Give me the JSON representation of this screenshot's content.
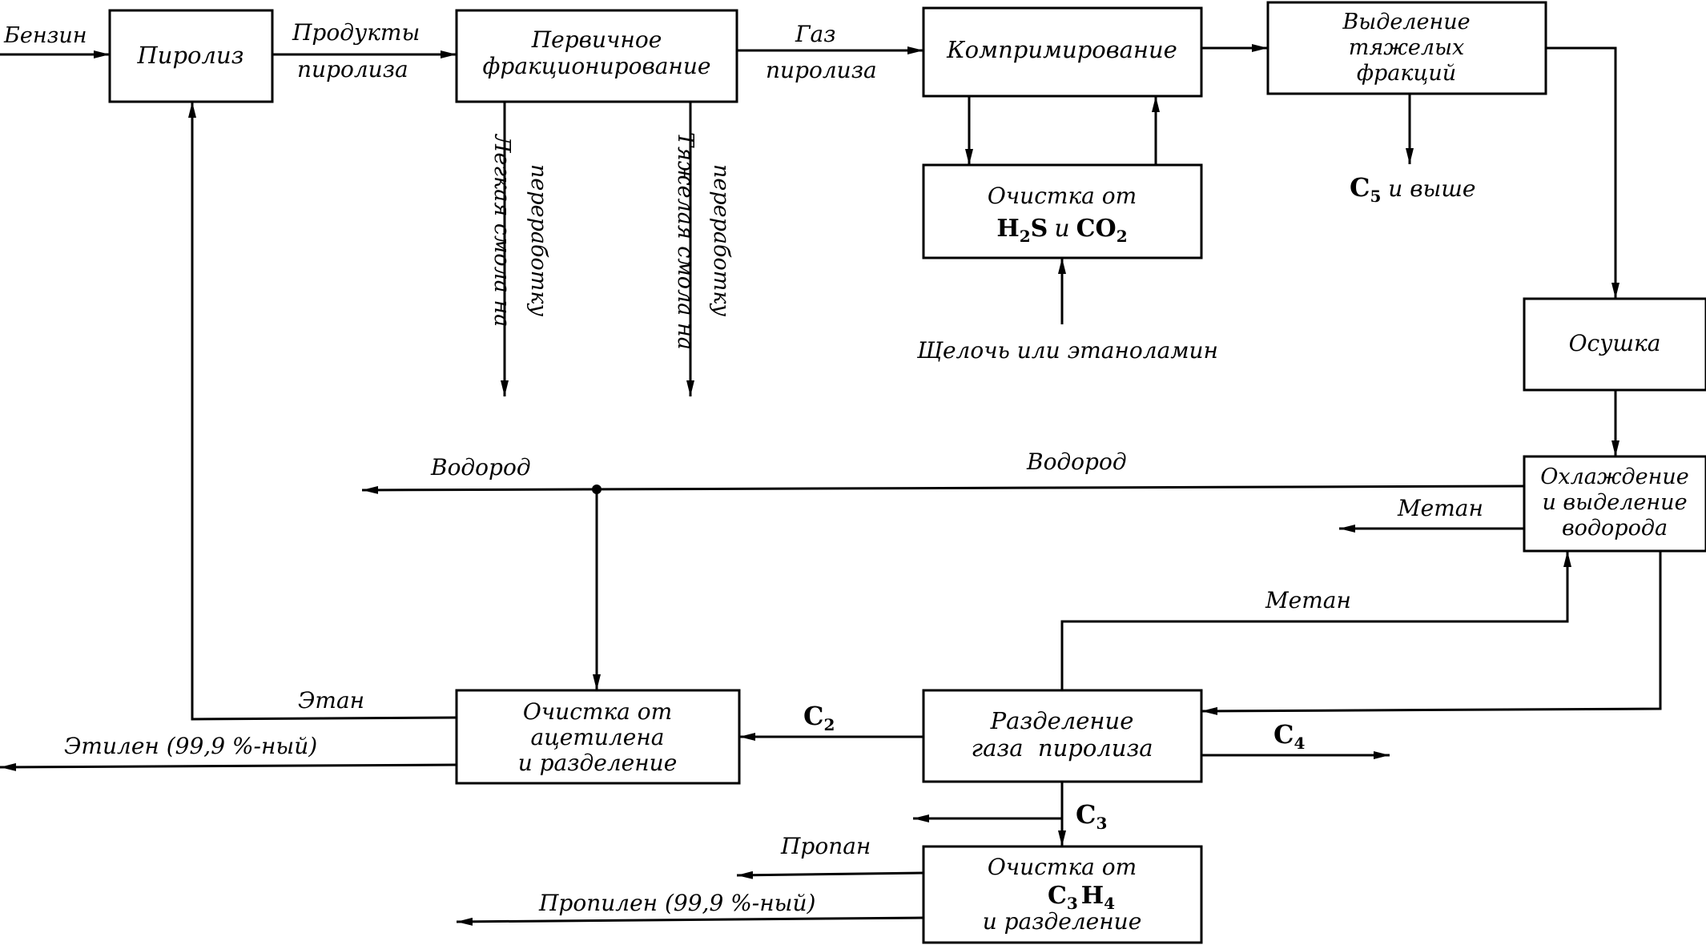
{
  "boxes": {
    "piroliz": "Пиролиз",
    "pervichnoe": [
      "Первичное",
      "фракционирование"
    ],
    "komprim": "Компримирование",
    "vydelenie": [
      "Выделение",
      "тяжелых",
      "фракций"
    ],
    "ochistka_h2s": {
      "line1": "Очистка от",
      "formula_1": "H",
      "formula_sub": "2",
      "formula_2": "S",
      "conj": "и",
      "formula_3": "CO",
      "formula_3_sub": "2"
    },
    "osushka": "Осушка",
    "ohlazhdenie": [
      "Охлаждение",
      "и выделение",
      "водорода"
    ],
    "razdelenie": [
      "Разделение",
      "газа  пиролиза"
    ],
    "ochistka_acet": [
      "Очистка от",
      "ацетилена",
      "и разделение"
    ],
    "ochistka_c3h4": {
      "line1": "Очистка от",
      "formula_a": "C",
      "formula_a_sub": "3",
      "formula_b": "H",
      "formula_b_sub": "4",
      "line3": "и разделение"
    }
  },
  "streams": {
    "benzin": "Бензин",
    "produkty": [
      "Продукты",
      "пиролиза"
    ],
    "gaz": [
      "Газ",
      "пиролиза"
    ],
    "legkaya": [
      "Легкая смола на",
      "переработку"
    ],
    "tyazhelaya": [
      "Тяжелая смола на",
      "переработку"
    ],
    "c5": {
      "formula": "C",
      "sub": "5",
      "text": " и выше"
    },
    "shcheloch": "Щелочь или этаноламин",
    "vodorod_left": "Водород",
    "vodorod_right": "Водород",
    "metan_right": "Метан",
    "metan_mid": "Метан",
    "etan": "Этан",
    "etilen": "Этилен (99,9 %-ный)",
    "c2": {
      "formula": "C",
      "sub": "2"
    },
    "c4": {
      "formula": "C",
      "sub": "4"
    },
    "c3": {
      "formula": "C",
      "sub": "3"
    },
    "propan": "Пропан",
    "propilen": "Пропилен (99,9 %-ный)"
  }
}
